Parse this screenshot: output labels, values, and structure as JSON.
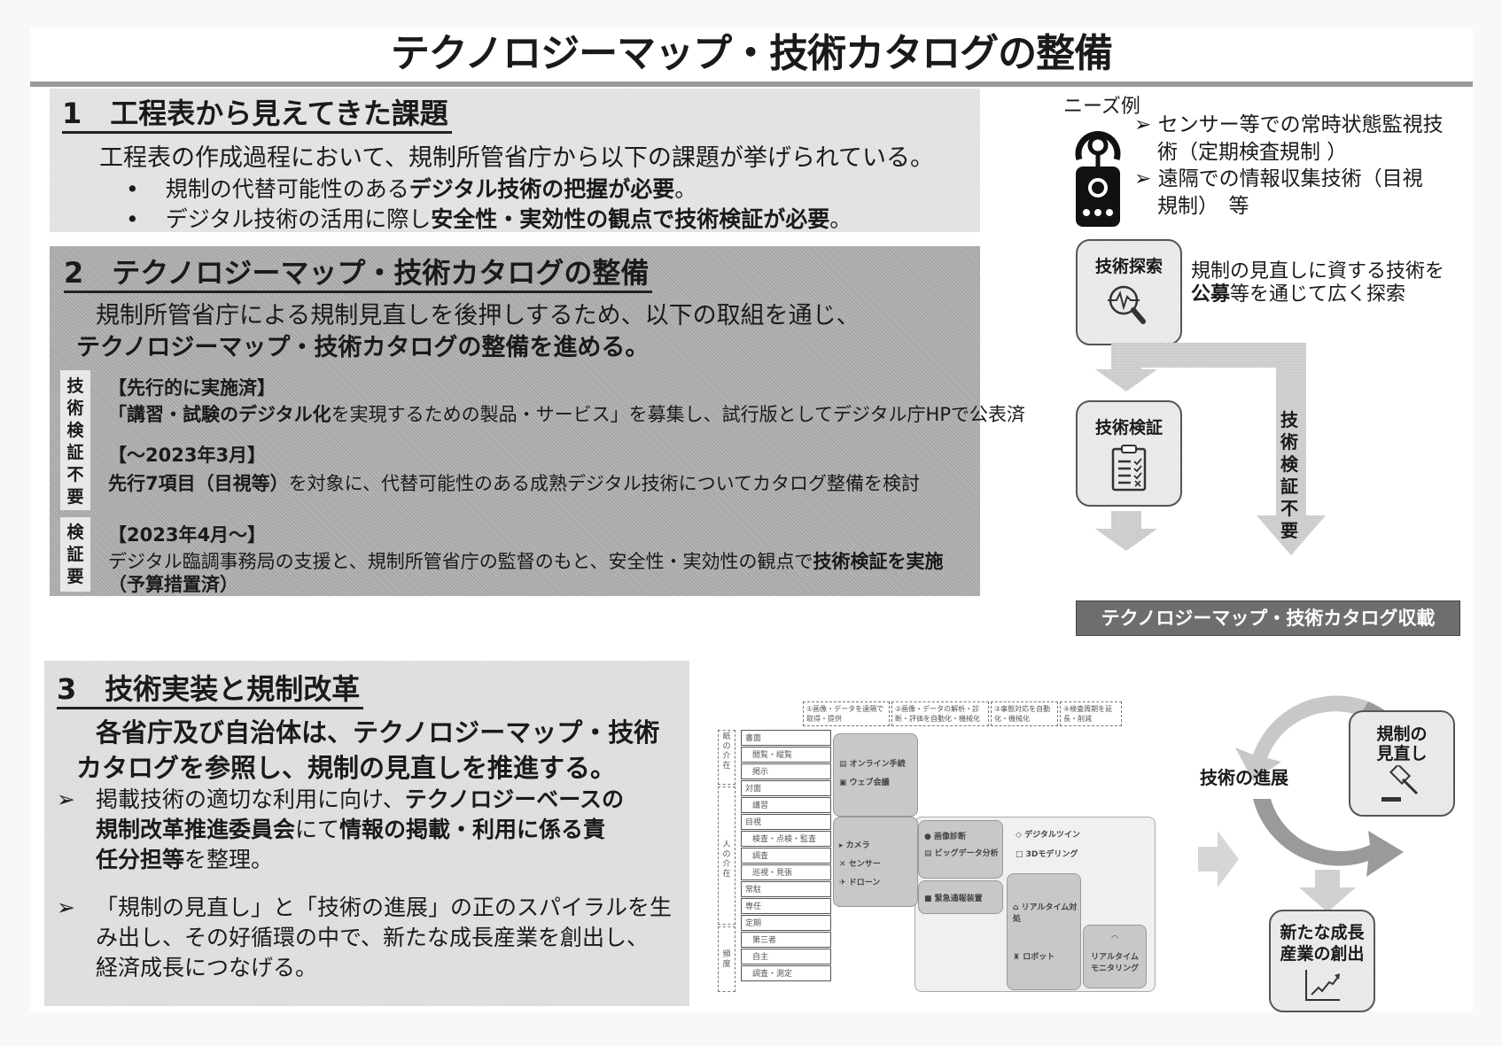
{
  "title": "テクノロジーマップ・技術カタログの整備",
  "section1": {
    "heading": "1　工程表から見えてきた課題",
    "intro": "工程表の作成過程において、規制所管省庁から以下の課題が挙げられている。",
    "bullets": [
      {
        "marker": "•",
        "normal": "規制の代替可能性のある",
        "bold": "デジタル技術の把握が必要",
        "tail": "。"
      },
      {
        "marker": "•",
        "normal": "デジタル技術の活用に際し",
        "bold": "安全性・実効性の観点で技術検証が必要",
        "tail": "。"
      }
    ]
  },
  "needs": {
    "label": "ニーズ例",
    "icon": "sensor-device-icon",
    "items": [
      {
        "line1": "センサー等での常時状態監視技",
        "line2": "術（定期検査規制 ）"
      },
      {
        "line1": "遠隔での情報収集技術（目視",
        "line2": "規制）　等"
      }
    ]
  },
  "section2": {
    "heading": "2　テクノロジーマップ・技術カタログの整備",
    "intro": "規制所管省庁による規制見直しを後押しするため、以下の取組を通じ、",
    "intro_bold": "テクノロジーマップ・技術カタログの整備を進める。",
    "tag_not_required": "技術検証不要",
    "tag_required": "検証要",
    "items": [
      {
        "title": "【先行的に実施済】",
        "bold": "「講習・試験のデジタル化",
        "normal": "を実現するための製品・サービス」を募集し、試行版としてデジタル庁HPで公表済"
      },
      {
        "title": "【～2023年3月】",
        "bold": "先行7項目（目視等）",
        "normal": "を対象に、代替可能性のある成熟デジタル技術についてカタログ整備を検討"
      },
      {
        "title": "【2023年4月～】",
        "normal": "デジタル臨調事務局の支援と、規制所管省庁の監督のもと、安全性・実効性の観点で",
        "bold": "技術検証を実施",
        "bold2": "（予算措置済）"
      }
    ]
  },
  "flow": {
    "search_box": "技術探索",
    "search_desc_line1": "規制の見直しに資する技術を",
    "search_desc_bold": "公募",
    "search_desc_line2": "等を通じて広く探索",
    "verify_box": "技術検証",
    "skip_label": "技術検証不要",
    "catalog_bar": "テクノロジーマップ・技術カタログ収載"
  },
  "section3": {
    "heading": "3　技術実装と規制改革",
    "lead_line1": "各省庁及び自治体は、テクノロジーマップ・技術",
    "lead_line2": "カタログを参照し、規制の見直しを推進する。",
    "bullets": [
      {
        "marker": "➢",
        "l1_normal": "掲載技術の適切な利用に向け、",
        "l1_bold": "テクノロジーベースの",
        "l2_bold": "規制改革推進委員会",
        "l2_normal": "にて",
        "l2_bold2": "情報の掲載・利用に係る責",
        "l3_bold": "任分担等",
        "l3_normal": "を整理。"
      },
      {
        "marker": "➢",
        "l1": "「規制の見直し」と「技術の進展」の正のスパイラルを生",
        "l2": "み出し、その好循環の中で、新たな成長産業を創出し、",
        "l3": "経済成長につなげる。"
      }
    ]
  },
  "techmap": {
    "columns": [
      "①画像・データを遠隔で取得・提供",
      "②画像・データの解析・診断・評価を自動化・機械化",
      "③事態対応を自動化・機械化",
      "④検査周期を延長・削減"
    ],
    "groups": [
      "紙の介在",
      "人の介在",
      "頻度"
    ],
    "rows": [
      "書面",
      "閲覧・縦覧",
      "掲示",
      "対面",
      "講習",
      "目視",
      "検査・点検・監査",
      "調査",
      "巡視・見張",
      "常駐",
      "専任",
      "定期",
      "第三者",
      "自主",
      "調査・測定"
    ],
    "boxes": {
      "remote_meeting": [
        "オンライン手続",
        "ウェブ会議"
      ],
      "sensing": [
        "カメラ",
        "センサー",
        "ドローン"
      ],
      "analysis": [
        "画像診断",
        "ビッグデータ分析"
      ],
      "alert": [
        "緊急通報装置"
      ],
      "digital": [
        "デジタルツイン",
        "3Dモデリング"
      ],
      "response": [
        "リアルタイム対処",
        "ロボット"
      ],
      "monitoring": [
        "リアルタイムモニタリング"
      ]
    }
  },
  "cycle": {
    "tech_progress": "技術の進展",
    "review_box": "規制の見直し",
    "growth_box": "新たな成長産業の創出"
  }
}
